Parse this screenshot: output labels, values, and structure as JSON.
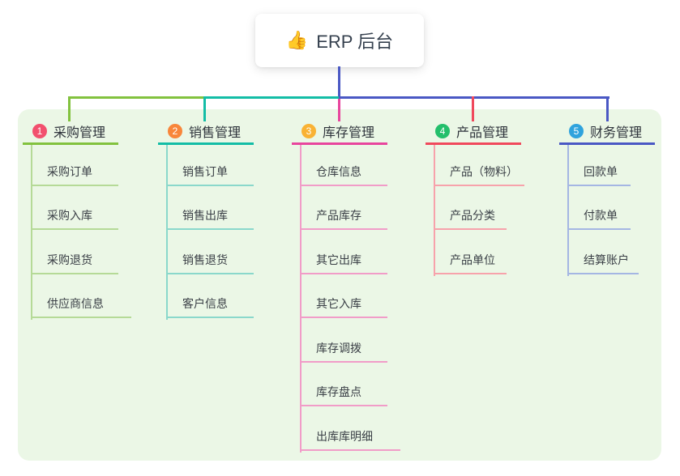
{
  "root": {
    "emoji": "👍",
    "label": "ERP 后台"
  },
  "canvas_bg": "#ebf7e6",
  "connector_color": "#4a58c4",
  "branches": [
    {
      "num": "1",
      "label": "采购管理",
      "badge_color": "#f2506e",
      "line_color": "#82c23e",
      "child_line_color": "#b5da97",
      "children": [
        "采购订单",
        "采购入库",
        "采购退货",
        "供应商信息"
      ]
    },
    {
      "num": "2",
      "label": "销售管理",
      "badge_color": "#f8863a",
      "line_color": "#13bda6",
      "child_line_color": "#8ad8cb",
      "children": [
        "销售订单",
        "销售出库",
        "销售退货",
        "客户信息"
      ]
    },
    {
      "num": "3",
      "label": "库存管理",
      "badge_color": "#f9b234",
      "line_color": "#e8459d",
      "child_line_color": "#f19cc8",
      "children": [
        "仓库信息",
        "产品库存",
        "其它出库",
        "其它入库",
        "库存调拨",
        "库存盘点",
        "出库库明细"
      ]
    },
    {
      "num": "4",
      "label": "产品管理",
      "badge_color": "#23bf6b",
      "line_color": "#f0495c",
      "child_line_color": "#f7a2ab",
      "children": [
        "产品（物料）",
        "产品分类",
        "产品单位"
      ]
    },
    {
      "num": "5",
      "label": "财务管理",
      "badge_color": "#2fa3dd",
      "line_color": "#4a58c4",
      "child_line_color": "#a4b6e3",
      "children": [
        "回款单",
        "付款单",
        "结算账户"
      ]
    }
  ]
}
